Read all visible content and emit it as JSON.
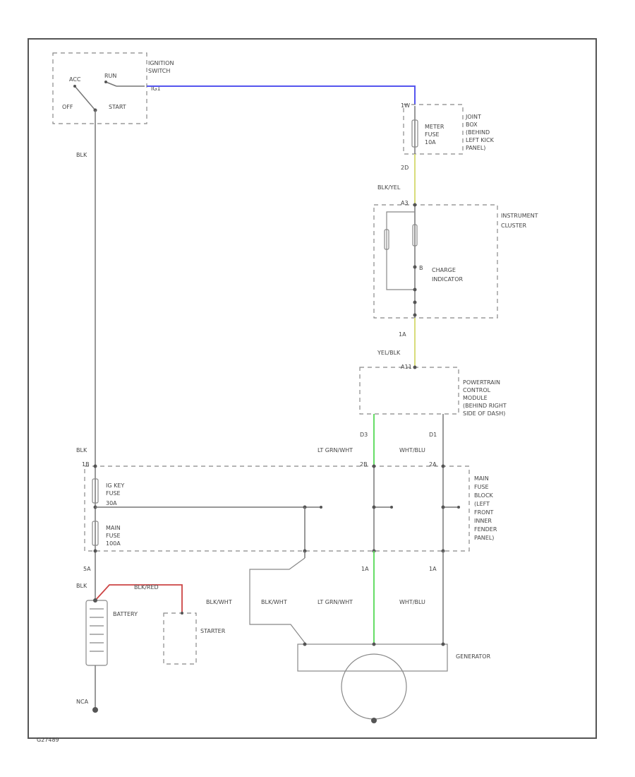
{
  "title": "Charging System Wiring Diagram",
  "colors": {
    "blue_wire": "#5555ee",
    "yellow_wire": "#d8dc7a",
    "green_wire": "#66dd66",
    "red_wire": "#cc4444",
    "frame": "#555555"
  },
  "ignition": {
    "name": "IGNITION SWITCH",
    "line1": "IGNITION",
    "line2": "SWITCH",
    "acc": "ACC",
    "run": "RUN",
    "off": "OFF",
    "start": "START",
    "terminal": "IG1"
  },
  "joint_box": {
    "line1": "JOINT",
    "line2": "BOX",
    "line3": "(BEHIND",
    "line4": "LEFT KICK",
    "line5": "PANEL)",
    "fuse1": "METER",
    "fuse2": "FUSE",
    "fuse3": "10A",
    "terminal_in": "1W",
    "terminal_out": "2D"
  },
  "instrument_cluster": {
    "line1": "INSTRUMENT",
    "line2": "CLUSTER",
    "charge1": "CHARGE",
    "charge2": "INDICATOR",
    "terminal_top": "A3",
    "terminal_bottom": "B"
  },
  "pcm": {
    "line1": "POWERTRAIN",
    "line2": "CONTROL",
    "line3": "MODULE",
    "line4": "(BEHIND RIGHT",
    "line5": "SIDE OF DASH)",
    "terminal_in": "A11",
    "terminal_left": "D3",
    "terminal_right": "D1"
  },
  "fuse_block": {
    "line1": "MAIN",
    "line2": "FUSE",
    "line3": "BLOCK",
    "line4": "(LEFT",
    "line5": "FRONT",
    "line6": "INNER",
    "line7": "FENDER",
    "line8": "PANEL)",
    "ig_fuse1": "IG KEY",
    "ig_fuse2": "FUSE",
    "ig_fuse3": "30A",
    "main_fuse1": "MAIN",
    "main_fuse2": "FUSE",
    "main_fuse3": "100A",
    "terminal_top_left": "1B",
    "terminal_top_mid": "2B",
    "terminal_top_right": "2A",
    "terminal_bottom_left": "5A",
    "terminal_bottom_mid": "1A",
    "terminal_bottom_right": "1A"
  },
  "wires": {
    "blk_top": "BLK",
    "blk_yel": "BLK/YEL",
    "yel_blk": "YEL/BLK",
    "blk_mid": "BLK",
    "lt_grn_wht": "LT GRN/WHT",
    "wht_blu": "WHT/BLU",
    "blk_lower": "BLK",
    "blk_red": "BLK/RED",
    "blk_wht": "BLK/WHT",
    "gen_blk_wht": "BLK/WHT",
    "gen_lt_grn": "LT GRN/WHT",
    "gen_wht_blu": "WHT/BLU",
    "ground_label": "NCA",
    "split_label": "5A",
    "yel_term": "1A",
    "gen_term_mid": "1A",
    "gen_term_right": "1A"
  },
  "battery": {
    "label": "BATTERY"
  },
  "starter": {
    "label": "STARTER"
  },
  "generator": {
    "label": "GENERATOR"
  },
  "footer_code": "G27489"
}
